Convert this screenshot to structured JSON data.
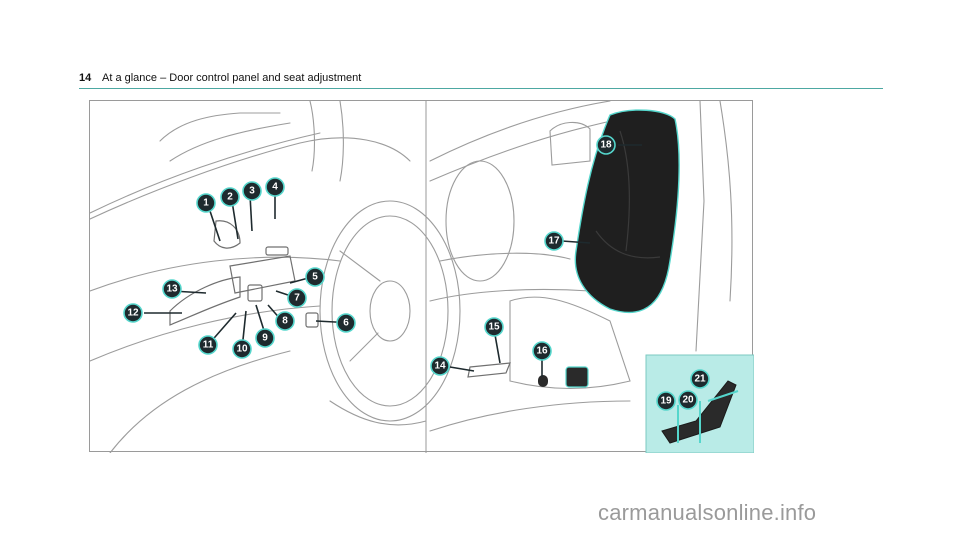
{
  "header": {
    "page_number": "14",
    "title": "At a glance – Door control panel and seat adjustment"
  },
  "footer": {
    "watermark": "carmanualsonline.info"
  },
  "callouts": [
    "1",
    "2",
    "3",
    "4",
    "5",
    "6",
    "7",
    "8",
    "9",
    "10",
    "11",
    "12",
    "13",
    "14",
    "15",
    "16",
    "17",
    "18",
    "19",
    "20",
    "21"
  ],
  "colors": {
    "accent": "#55d6cc",
    "inset_background": "#b9ebe7",
    "rule": "#4da8a2"
  }
}
